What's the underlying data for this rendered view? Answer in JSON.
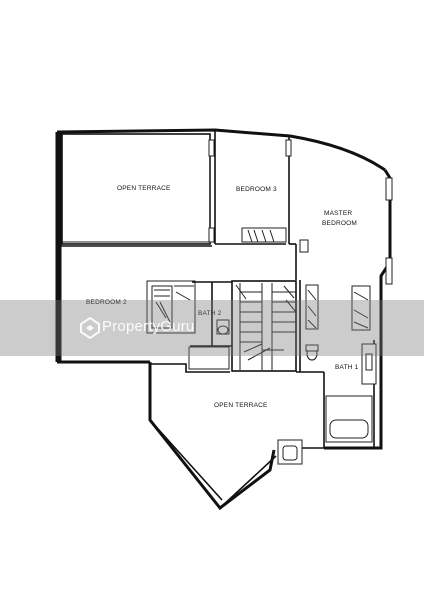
{
  "rooms": {
    "open_terrace_top": "OPEN TERRACE",
    "bedroom_3": "BEDROOM 3",
    "master_bedroom_line1": "MASTER",
    "master_bedroom_line2": "BEDROOM",
    "bedroom_2": "BEDROOM 2",
    "bath_2": "BATH 2",
    "bath_1": "BATH 1",
    "open_terrace_bottom": "OPEN TERRACE"
  },
  "watermark": {
    "text": "PropertyGuru",
    "icon": "propertyguru-logo-icon",
    "color": "#ffffff"
  }
}
